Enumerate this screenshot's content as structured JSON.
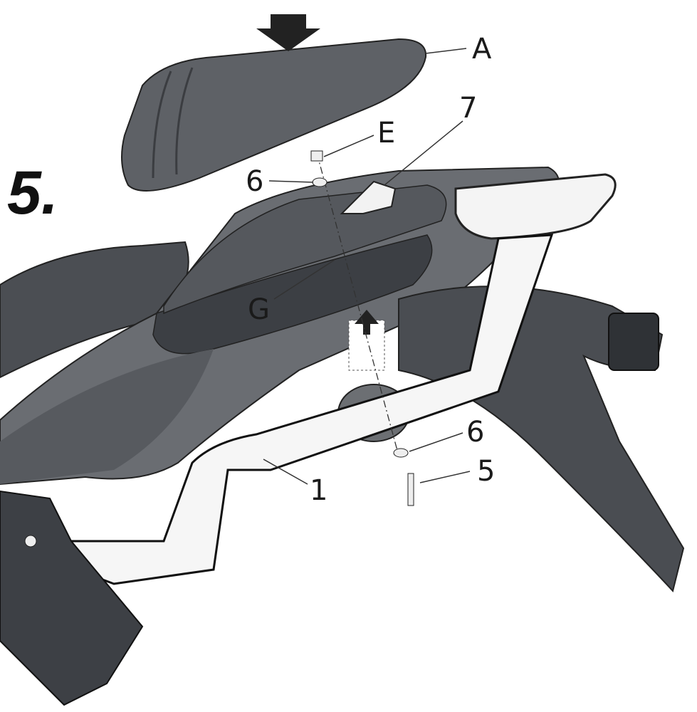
{
  "step_number": "5.",
  "callouts": {
    "seat": "A",
    "bracket": "7",
    "nut": "E",
    "washer_top": "6",
    "mount_point": "G",
    "washer_bottom": "6",
    "bolt": "5",
    "side_frame": "1"
  },
  "colors": {
    "body_dark": "#4a4d52",
    "body_mid": "#6b6e73",
    "frame": "#f2f2f2",
    "outline": "#1a1a1a"
  }
}
